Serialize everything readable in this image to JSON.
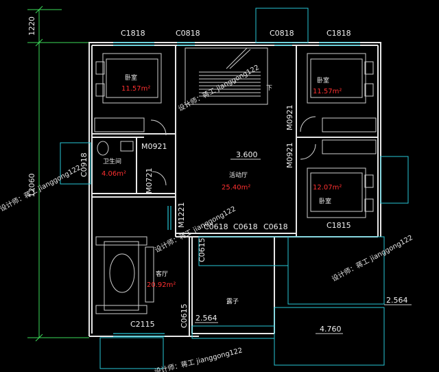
{
  "dimensions": {
    "top": "1220",
    "side": "12060"
  },
  "windows": {
    "c1818_left": "C1818",
    "c0818_left": "C0818",
    "c0818_right": "C0818",
    "c1818_right": "C1818",
    "c0918": "C0918",
    "c0615_a": "C0615",
    "c0615_b": "C0615",
    "c1815": "C1815",
    "c2115": "C2115",
    "c0618_1": "C0618",
    "c0618_2": "C0618",
    "c0618_3": "C0618"
  },
  "doors": {
    "m0921_left": "M0921",
    "m0921_right_top": "M0921",
    "m0921_right_mid": "M0921",
    "m0721": "M0721",
    "m1221": "M1221"
  },
  "rooms": {
    "bedroom_nw": {
      "name": "卧室",
      "area": "11.57m²"
    },
    "bedroom_ne": {
      "name": "卧室",
      "area": "11.57m²"
    },
    "bedroom_e": {
      "name": "卧室",
      "area": "12.07m²"
    },
    "bathroom": {
      "name": "卫生间",
      "area": "4.06m²"
    },
    "activity": {
      "name": "活动厅",
      "area": "25.40m²"
    },
    "living": {
      "name": "客厅",
      "area": "20.92m²"
    },
    "terrace": {
      "name": "露子"
    },
    "stair_down": "下"
  },
  "elevations": {
    "floor": "3.600",
    "terrace_left": "2.564",
    "terrace_right": "2.564",
    "terrace_bottom": "4.760"
  },
  "watermarks": {
    "w1": "设计师：蒋工 jianggong122",
    "w2": "设计师：蒋工 jianggong122",
    "w3": "设计师：蒋工 jianggong122",
    "w4": "设计师：蒋工 jianggong122",
    "w5": "设计师：蒋工 jianggong122"
  }
}
